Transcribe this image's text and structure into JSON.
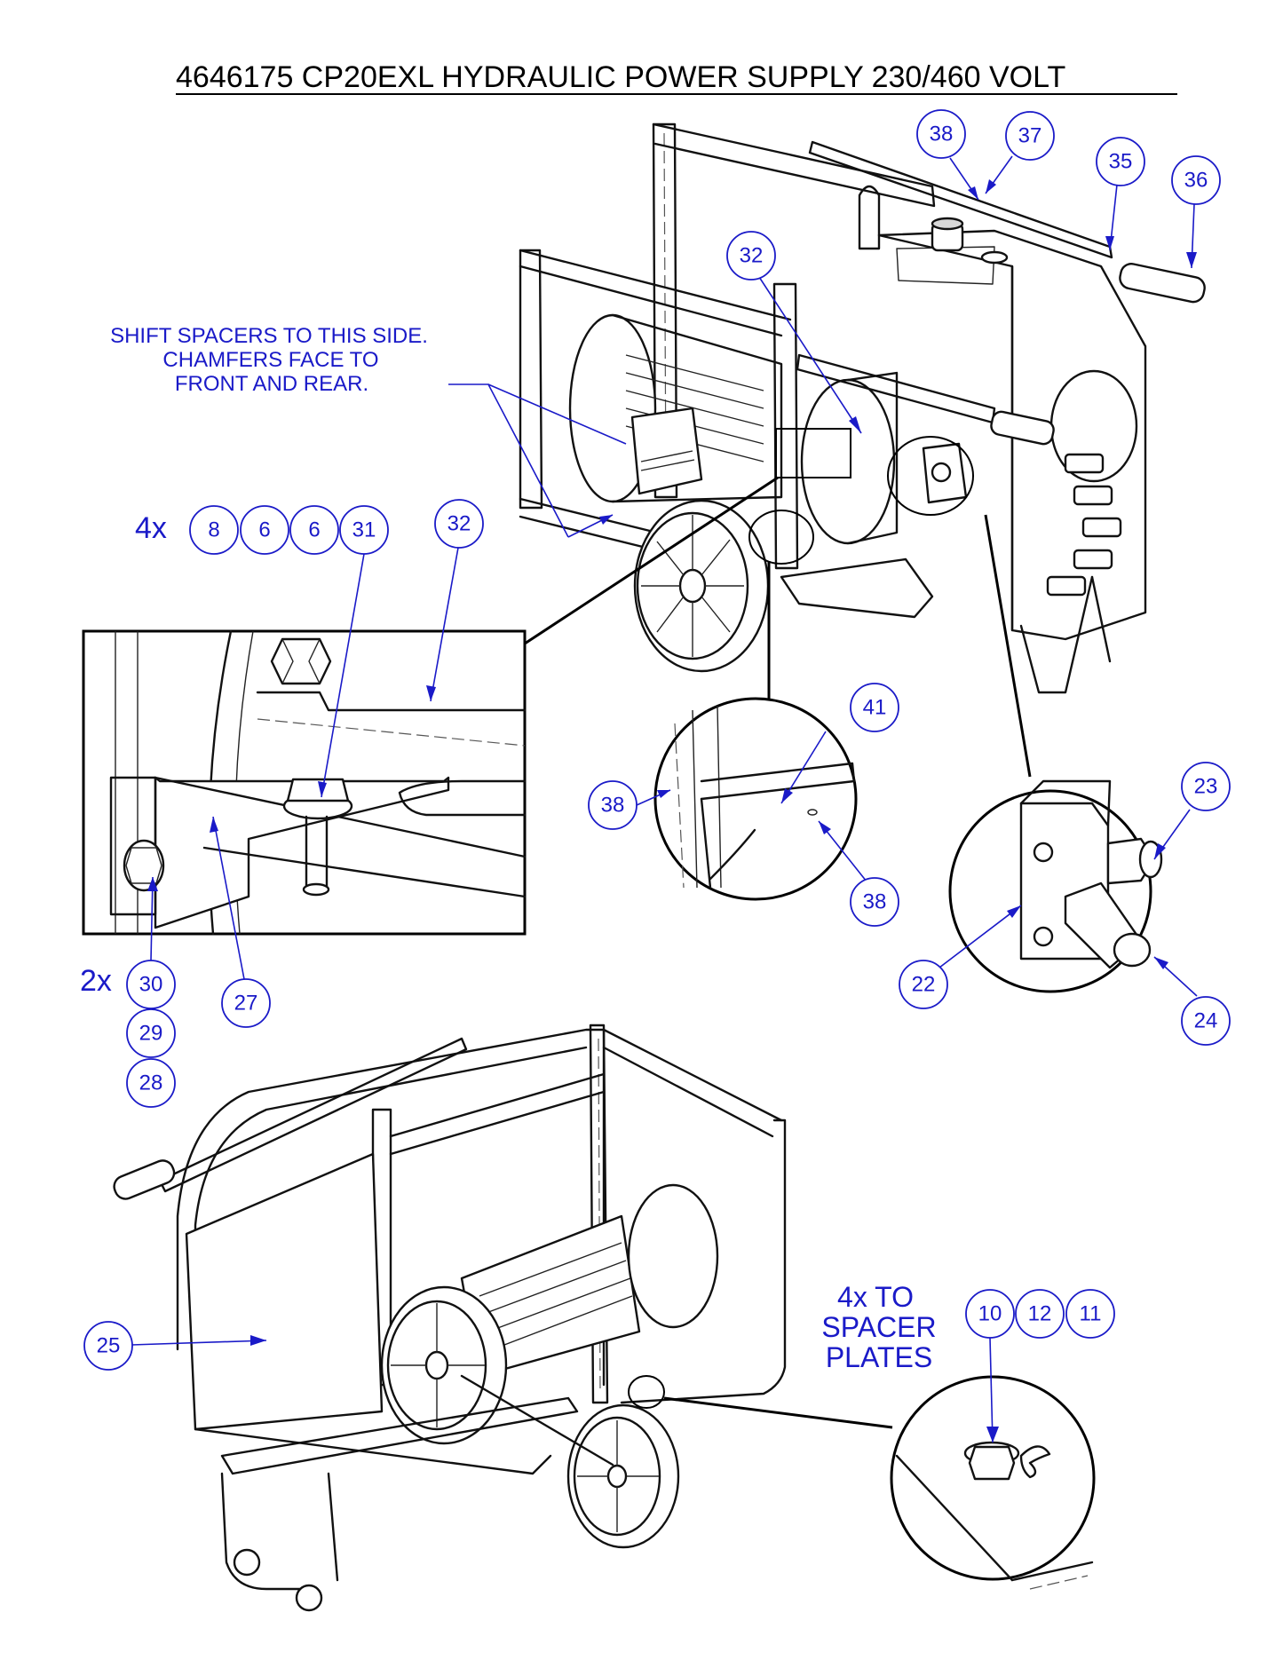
{
  "title": "4646175 CP20EXL HYDRAULIC POWER SUPPLY  230/460 VOLT",
  "notes": {
    "shift_line1": "SHIFT SPACERS TO THIS SIDE.",
    "shift_line2": "CHAMFERS FACE TO",
    "shift_line3": "FRONT AND REAR.",
    "spacer_line1": "4x TO",
    "spacer_line2": "SPACER",
    "spacer_line3": "PLATES"
  },
  "quantities": {
    "four_x": "4x",
    "two_x": "2x"
  },
  "balloons": {
    "b38_top": "38",
    "b37": "37",
    "b35": "35",
    "b36": "36",
    "b32_top": "32",
    "b8": "8",
    "b6a": "6",
    "b6b": "6",
    "b31": "31",
    "b32_detail": "32",
    "b41": "41",
    "b38_left": "38",
    "b38_bottom": "38",
    "b23": "23",
    "b22": "22",
    "b24": "24",
    "b30": "30",
    "b29": "29",
    "b28": "28",
    "b27": "27",
    "b25": "25",
    "b10": "10",
    "b12": "12",
    "b11": "11"
  },
  "colors": {
    "callout_blue": "#1a1ac8",
    "line_black": "#111111"
  }
}
